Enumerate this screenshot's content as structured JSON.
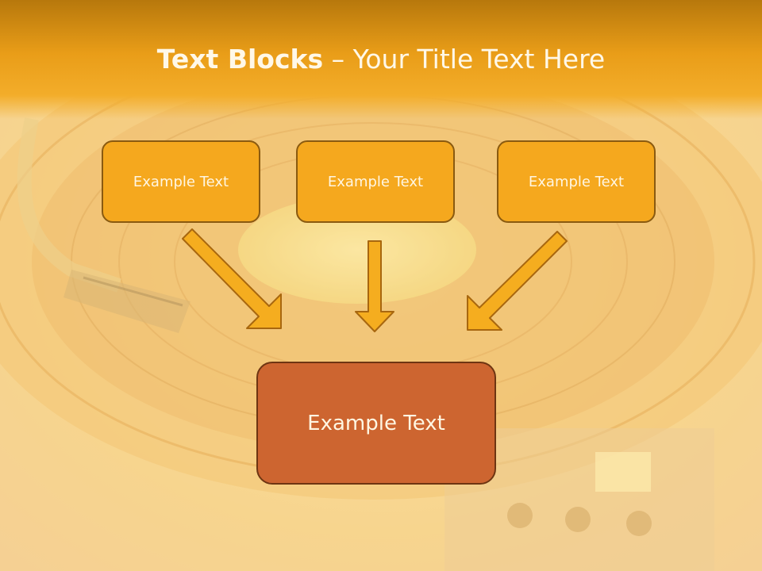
{
  "slide": {
    "title_bold": "Text Blocks",
    "title_rest": " – Your Title Text Here"
  },
  "boxes": {
    "left": "Example Text",
    "middle": "Example Text",
    "right": "Example Text",
    "bottom": "Example Text"
  },
  "colors": {
    "title_band": "#e99d18",
    "small_box_fill": "#f5a81e",
    "small_box_border": "#8a5a10",
    "bottom_box_fill": "#cd6530",
    "bottom_box_border": "#6e3512",
    "arrow_fill": "#f5ad1f",
    "text": "#fff6e2"
  },
  "background": {
    "picture": "turntable-photo"
  }
}
